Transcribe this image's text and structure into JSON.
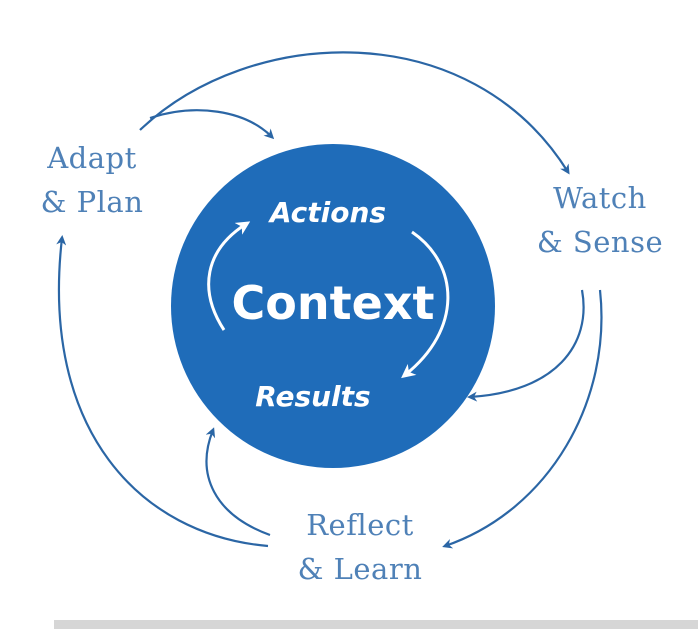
{
  "colors": {
    "circle": "#1f6cb9",
    "arrow": "#2b66a5",
    "outer_text": "#4f81b7",
    "inner_text": "#ffffff",
    "background": "#ffffff"
  },
  "center": {
    "context": "Context",
    "actions": "Actions",
    "results": "Results"
  },
  "stages": {
    "adapt_plan": [
      "Adapt",
      "& Plan"
    ],
    "watch_sense": [
      "Watch",
      "& Sense"
    ],
    "reflect_learn": [
      "Reflect",
      "& Learn"
    ]
  }
}
